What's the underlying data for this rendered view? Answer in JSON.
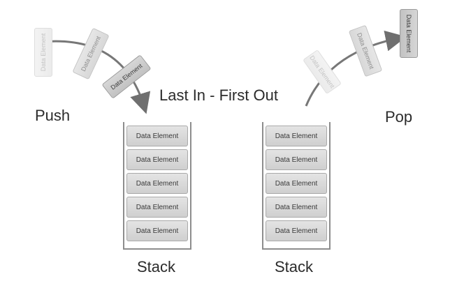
{
  "title": "Last In - First Out",
  "push_label": "Push",
  "pop_label": "Pop",
  "left_stack": {
    "label": "Stack",
    "elements": [
      "Data Element",
      "Data Element",
      "Data Element",
      "Data Element",
      "Data Element"
    ]
  },
  "right_stack": {
    "label": "Stack",
    "elements": [
      "Data Element",
      "Data Element",
      "Data Element",
      "Data Element",
      "Data Element"
    ]
  },
  "push_moving_elements": [
    "Data Element",
    "Data Element",
    "Data Element"
  ],
  "pop_moving_elements": [
    "Data Element",
    "Data Element",
    "Data Element"
  ],
  "colors": {
    "arrow": "#7a7a7a",
    "element_fill": "#d8d8d8",
    "stack_border": "#8d8d8d",
    "text": "#2b2b2b"
  }
}
